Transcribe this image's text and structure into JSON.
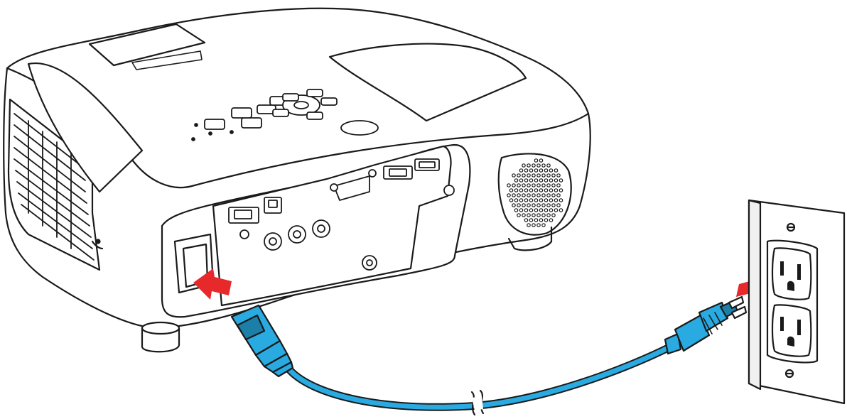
{
  "illustration": {
    "subject": "projector-power-connection",
    "colors": {
      "line": "#1a1a1a",
      "fill": "#ffffff",
      "cord": "#29abe2",
      "cord_dark": "#1b7fa8",
      "arrow": "#e8292b"
    },
    "icons": [
      "projector",
      "power-cord",
      "wall-outlet",
      "insert-arrow"
    ]
  }
}
